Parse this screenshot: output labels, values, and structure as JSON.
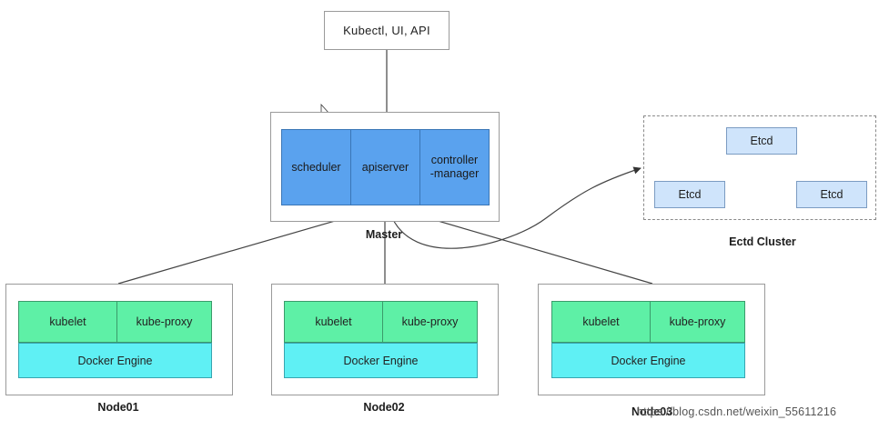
{
  "client": {
    "label": "Kubectl, UI, API"
  },
  "master": {
    "label": "Master",
    "components": [
      "scheduler",
      "apiserver",
      "controller\n-manager"
    ]
  },
  "etcd_cluster": {
    "label": "Ectd Cluster",
    "members": [
      "Etcd",
      "Etcd",
      "Etcd"
    ]
  },
  "nodes": [
    {
      "label": "Node01",
      "kubelet": "kubelet",
      "proxy": "kube-proxy",
      "engine": "Docker Engine"
    },
    {
      "label": "Node02",
      "kubelet": "kubelet",
      "proxy": "kube-proxy",
      "engine": "Docker Engine"
    },
    {
      "label": "Node03",
      "kubelet": "kubelet",
      "proxy": "kube-proxy",
      "engine": "Docker Engine"
    }
  ],
  "watermark": "https://blog.csdn.net/weixin_55611216",
  "colors": {
    "master_component": "#5aa2ee",
    "kubelet_proxy": "#5ef0a6",
    "docker_engine": "#5ff0f4",
    "etcd": "#cfe4fb"
  }
}
